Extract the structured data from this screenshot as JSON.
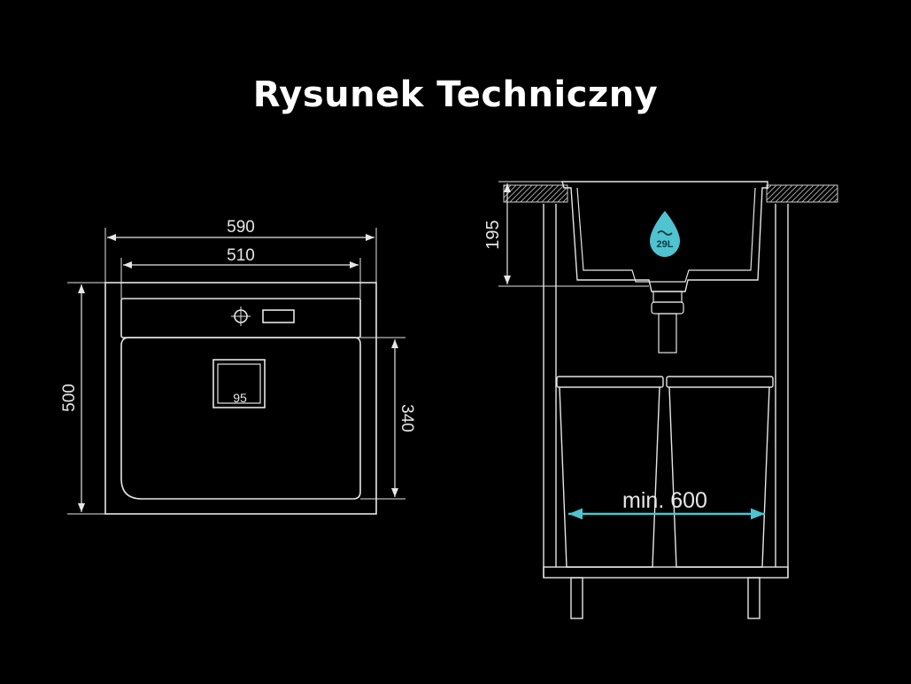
{
  "title": "Rysunek Techniczny",
  "top_view": {
    "width_outer": "590",
    "width_inner": "510",
    "height_outer": "500",
    "height_inner": "340",
    "drain_box": "95"
  },
  "side_view": {
    "depth": "195",
    "volume": "29L",
    "cabinet_min": "min. 600"
  },
  "colors": {
    "background": "#000000",
    "lines": "#e6e6e6",
    "accent": "#4fc3cf"
  }
}
